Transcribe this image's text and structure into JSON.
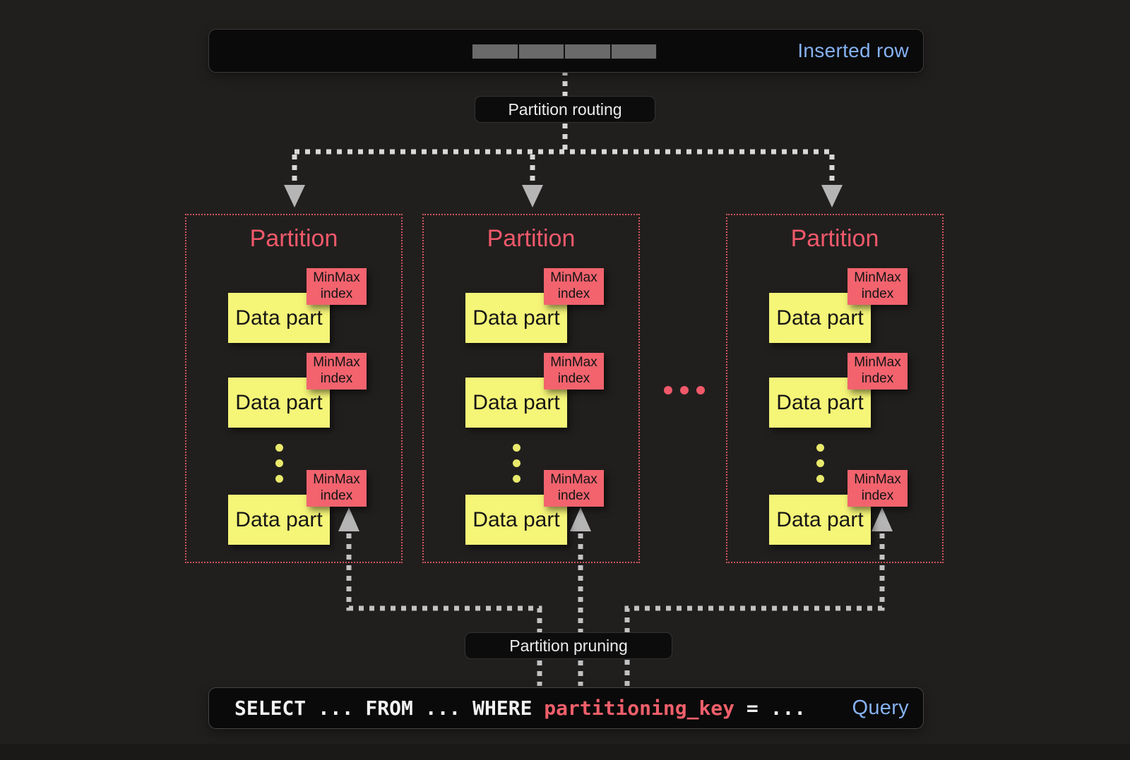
{
  "inserted_row": {
    "label": "Inserted row",
    "segment_count": 4
  },
  "routing_label": "Partition routing",
  "pruning_label": "Partition pruning",
  "partitions": [
    {
      "title": "Partition"
    },
    {
      "title": "Partition"
    },
    {
      "title": "Partition"
    }
  ],
  "labels": {
    "data_part": "Data part",
    "minmax": "MinMax\nindex"
  },
  "query": {
    "text_before": "SELECT ... FROM ... WHERE ",
    "key": "partitioning_key",
    "text_after": " = ...",
    "label": "Query"
  },
  "colors": {
    "accent_blue": "#86b2f2",
    "accent_red": "#f0596a",
    "data_part_yellow": "#f5f578",
    "minmax_badge_red": "#f2636e"
  }
}
